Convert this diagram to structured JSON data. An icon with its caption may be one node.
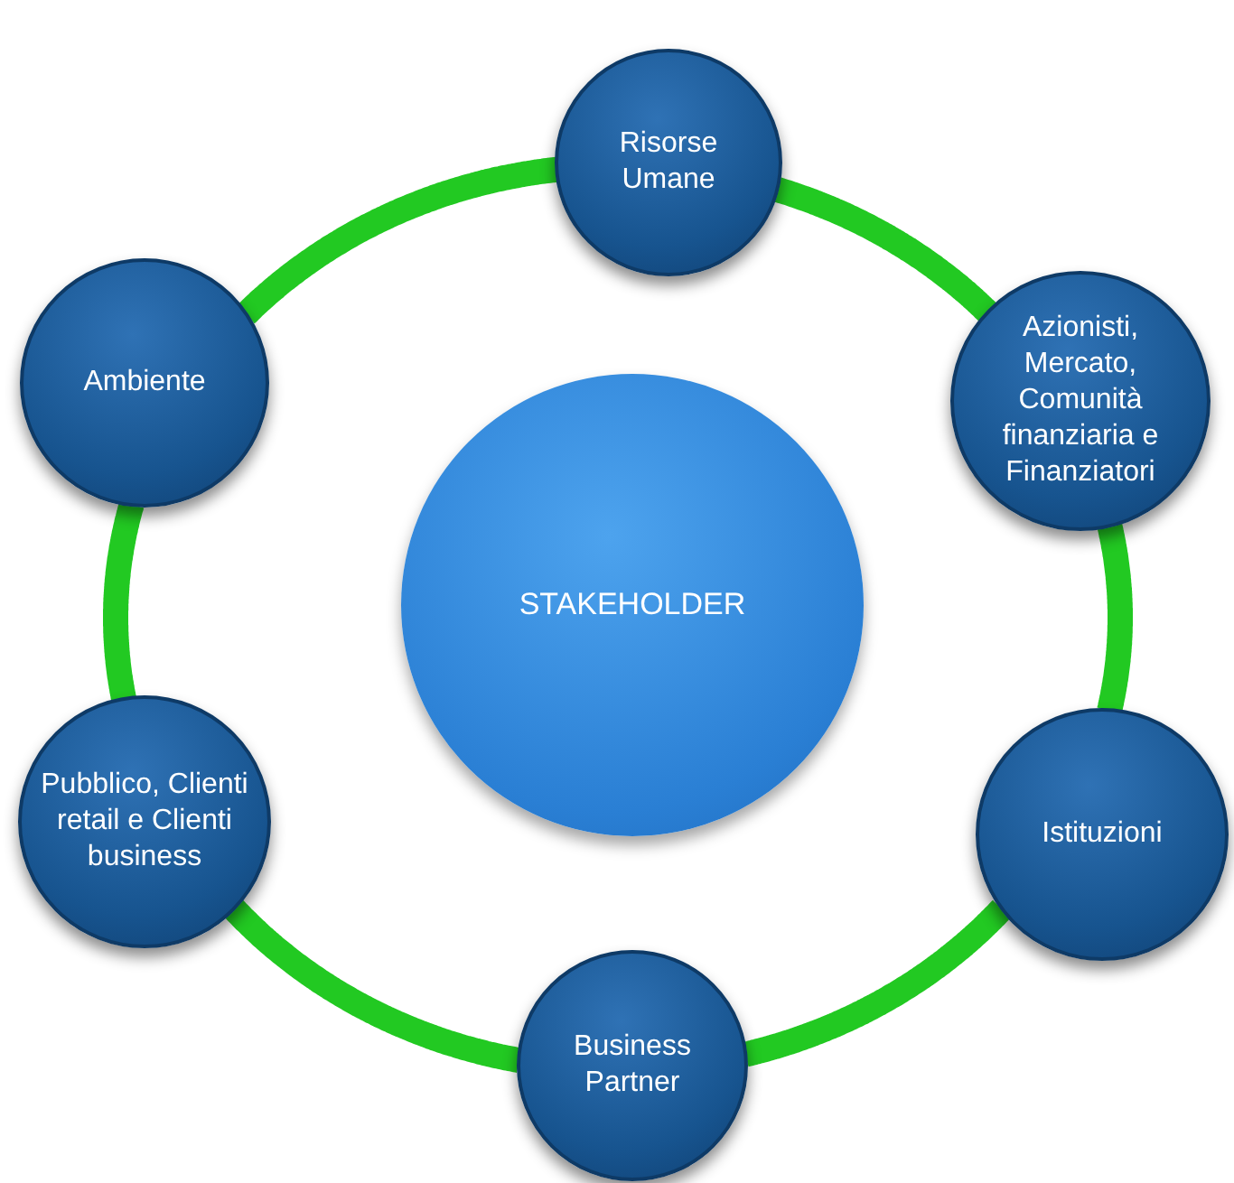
{
  "diagram": {
    "nodes": [
      {
        "text": [
          "Risorse Umane"
        ]
      },
      {
        "text": [
          "Azionisti, Mercato, Comunità finanziaria e Finanziatori"
        ]
      },
      {
        "text": [
          "Istituzioni"
        ]
      },
      {
        "text": [
          "Business Partner"
        ]
      },
      {
        "text": [
          "Pubblico, Clienti retail e Clienti business"
        ]
      },
      {
        "text": [
          "Ambiente"
        ]
      },
      {
        "text": [
          "STAKEHOLDER"
        ]
      }
    ],
    "edges": [
      {
        "from": 0,
        "to": 1,
        "arrow": "none"
      },
      {
        "from": 1,
        "to": 2,
        "arrow": "none"
      },
      {
        "from": 2,
        "to": 3,
        "arrow": "none"
      },
      {
        "from": 3,
        "to": 4,
        "arrow": "none"
      },
      {
        "from": 4,
        "to": 5,
        "arrow": "none"
      },
      {
        "from": 5,
        "to": 0,
        "arrow": "none"
      }
    ]
  }
}
